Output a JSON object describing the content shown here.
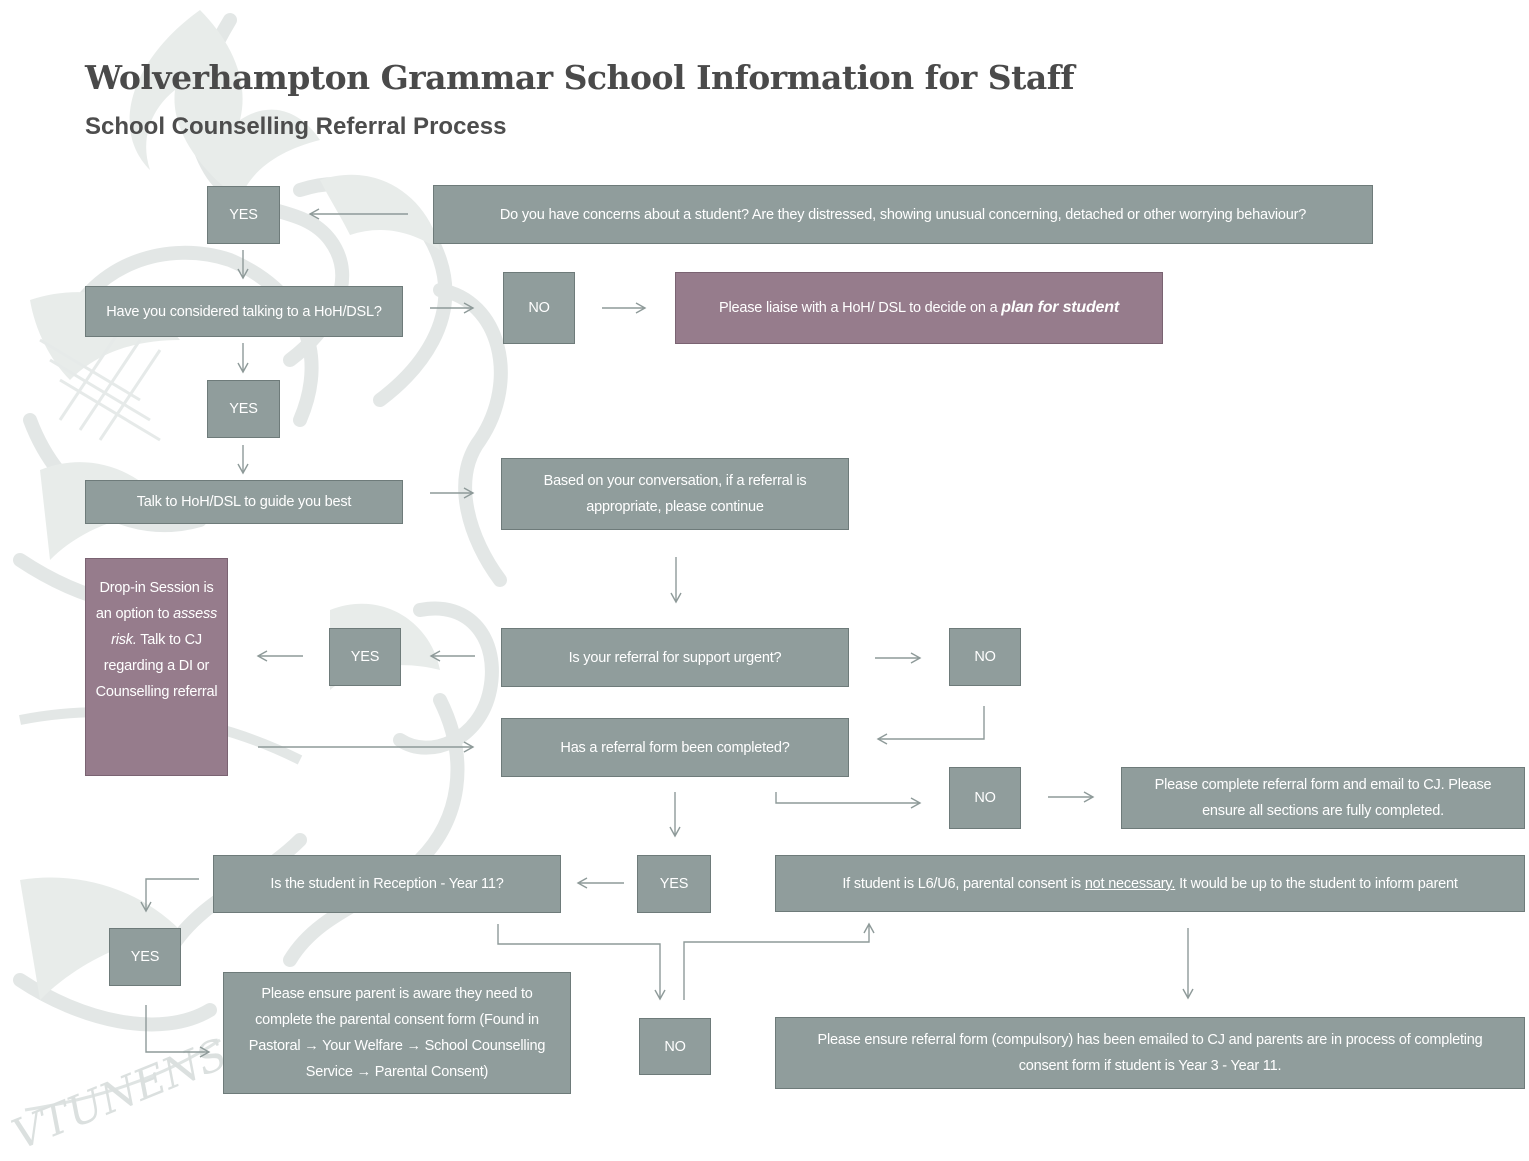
{
  "header": {
    "title": "Wolverhampton Grammar School Information for Staff",
    "subtitle": "School Counselling Referral Process"
  },
  "watermark": {
    "motto": "VTUNENSES"
  },
  "flow": {
    "concerns_question": "Do you have concerns about a student? Are they distressed, showing unusual concerning, detached or other worrying behaviour?",
    "yes_1": "YES",
    "considered_question": "Have you considered talking to a HoH/DSL?",
    "no_1": "NO",
    "liaise_text": "Please liaise with a HoH/ DSL to decide on a ",
    "liaise_emphasis": "plan for student",
    "yes_2": "YES",
    "talk_text": "Talk to HoH/DSL to guide you best",
    "conversation_text": "Based on your conversation, if a referral is appropriate, please continue",
    "dropin_line1": "Drop-in Session is an option to ",
    "dropin_emphasis": "assess risk.",
    "dropin_line2": " Talk to CJ regarding a DI or Counselling referral",
    "yes_urgent": "YES",
    "urgent_question": "Is your referral for support urgent?",
    "no_urgent": "NO",
    "form_question": "Has a referral form been completed?",
    "no_form": "NO",
    "complete_form_text": "Please complete referral form and email to CJ. Please ensure all sections are fully completed.",
    "reception_question": "Is the student in Reception - Year 11?",
    "yes_form": "YES",
    "sixth_form_pre": "If student is L6/U6, parental consent is ",
    "sixth_form_underline": "not necessary.",
    "sixth_form_post": " It would be up to the student to inform parent",
    "yes_reception": "YES",
    "consent_text": "Please ensure parent is aware they need to complete the parental consent form (Found in Pastoral → Your Welfare → School Counselling Service → Parental Consent)",
    "no_reception": "NO",
    "final_text": "Please ensure referral form (compulsory) has been emailed to CJ and parents are in process of completing consent form if student is Year 3 - Year 11."
  },
  "colors": {
    "box_fill": "#909d9c",
    "highlight_fill": "#967c8c",
    "arrow": "#8e9a99",
    "watermark": "#e4e8e7"
  }
}
